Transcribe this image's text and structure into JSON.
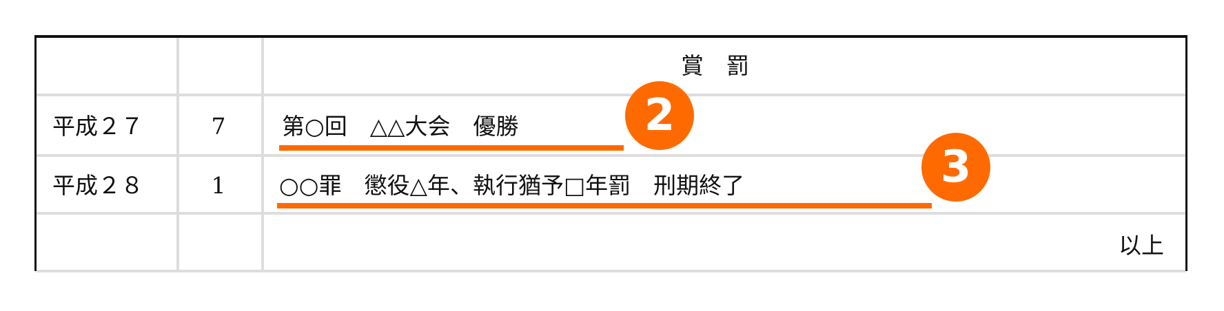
{
  "table": {
    "header": {
      "col1": "",
      "col2": "",
      "col3": "賞　罰"
    },
    "rows": [
      {
        "year": "平成２７",
        "month": "7",
        "content": "第○回　△△大会　優勝"
      },
      {
        "year": "平成２８",
        "month": "1",
        "content": "○○罪　懲役△年、執行猶予□年罰　刑期終了"
      }
    ],
    "footer": "以上"
  },
  "annotations": [
    {
      "number": "2"
    },
    {
      "number": "3"
    }
  ],
  "colors": {
    "accent": "#ff6a00",
    "grid": "#dddddd",
    "border": "#111111"
  }
}
